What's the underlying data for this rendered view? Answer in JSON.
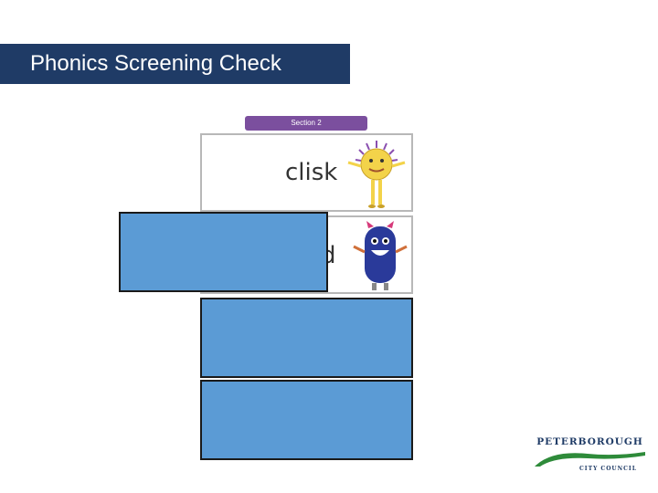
{
  "slide": {
    "title": "Phonics Screening Check"
  },
  "section_header": "Section 2",
  "cards": [
    {
      "word": "clisk",
      "monster": "yellow-spiky-monster"
    },
    {
      "word": "d",
      "monster": "blue-horned-monster"
    }
  ],
  "colors": {
    "title_bar": "#1f3b66",
    "section_header": "#7b4f9e",
    "cover": "#5b9bd5"
  },
  "logo": {
    "line1": "PETERBOROUGH",
    "line2": "CITY COUNCIL"
  }
}
